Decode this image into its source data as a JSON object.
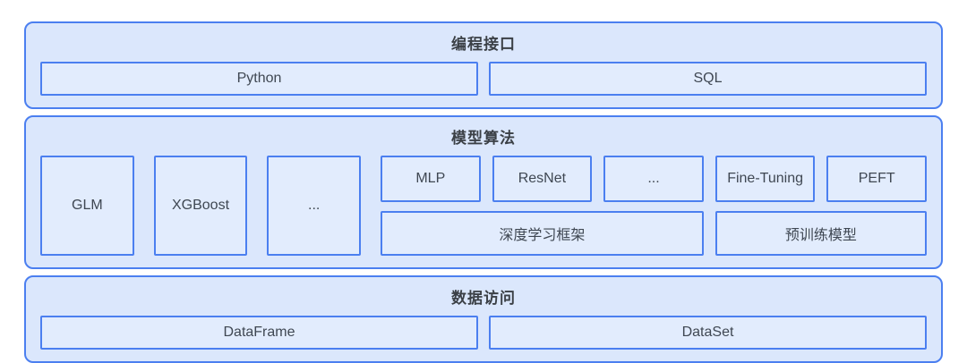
{
  "diagram": {
    "layers": [
      {
        "title": "编程接口",
        "items": [
          "Python",
          "SQL"
        ]
      },
      {
        "title": "模型算法",
        "left_items": [
          "GLM",
          "XGBoost",
          "..."
        ],
        "top_right_items": [
          "MLP",
          "ResNet",
          "...",
          "Fine-Tuning",
          "PEFT"
        ],
        "bottom_right_items": [
          "深度学习框架",
          "预训练模型"
        ]
      },
      {
        "title": "数据访问",
        "items": [
          "DataFrame",
          "DataSet"
        ]
      }
    ],
    "colors": {
      "layer_fill": "#dbe7fc",
      "layer_border": "#4b7ff0",
      "box_fill": "#e2ecfd",
      "box_border": "#4b7ff0",
      "title_text": "#3b4046",
      "label_text": "#3f4752",
      "background": "#ffffff"
    }
  }
}
